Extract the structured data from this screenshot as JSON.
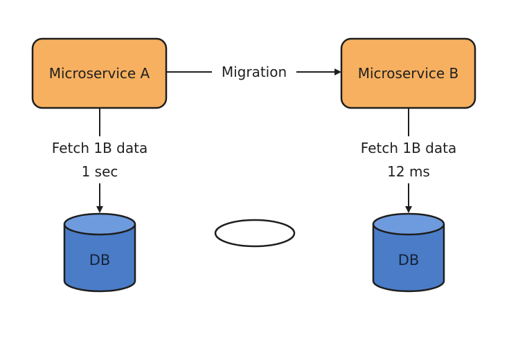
{
  "diagram": {
    "nodes": {
      "service_a": {
        "label": "Microservice A",
        "fill": "#F6B060",
        "stroke": "#1e1e1e"
      },
      "service_b": {
        "label": "Microservice B",
        "fill": "#F6B060",
        "stroke": "#1e1e1e"
      },
      "db_a": {
        "label": "DB",
        "fill": "#4A7CC7",
        "top_fill": "#6E9BDE",
        "stroke": "#1e1e1e"
      },
      "db_b": {
        "label": "DB",
        "fill": "#4A7CC7",
        "top_fill": "#6E9BDE",
        "stroke": "#1e1e1e"
      },
      "empty_ellipse": {
        "label": "",
        "fill": "#ffffff",
        "stroke": "#1e1e1e"
      }
    },
    "edges": {
      "migration": {
        "from": "service_a",
        "to": "service_b",
        "label": "Migration"
      },
      "fetch_a": {
        "from": "service_a",
        "to": "db_a",
        "label_line1": "Fetch 1B data",
        "label_line2": "1 sec"
      },
      "fetch_b": {
        "from": "service_b",
        "to": "db_b",
        "label_line1": "Fetch 1B data",
        "label_line2": "12 ms"
      }
    }
  }
}
